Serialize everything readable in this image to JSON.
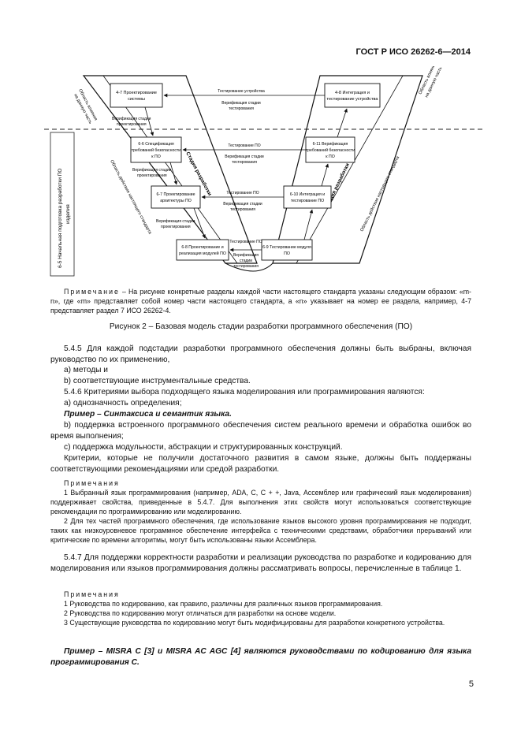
{
  "header": {
    "standard": "ГОСТ Р ИСО 26262-6—2014"
  },
  "figure": {
    "side_label_line1": "6-5 Начальная подготовка разработки ПО",
    "side_label_line2": "изделия",
    "boxes": [
      {
        "line1": "4-7 Проектирование",
        "line2": "системы"
      },
      {
        "line1": "6-6 Спецификация",
        "line2": "требований безопасности",
        "line3": "к ПО"
      },
      {
        "line1": "6-7 Проектирование",
        "line2": "архитектуры ПО"
      },
      {
        "line1": "6-8 Проектирование и",
        "line2": "реализация модулей ПО"
      },
      {
        "line1": "6-9 Тестирование модуля",
        "line2": "ПО"
      },
      {
        "line1": "6-10 Интеграция и",
        "line2": "тестирование ПО"
      },
      {
        "line1": "6-11 Верификация",
        "line2": "требований безопасности",
        "line3": "к ПО"
      },
      {
        "line1": "4-8 Интеграция и",
        "line2": "тестирование устройства"
      }
    ],
    "h_labels": [
      {
        "top": "Тестирование устройства",
        "bottom1": "Верификация стадии",
        "bottom2": "тестирования"
      },
      {
        "top": "Тестирование ПО",
        "bottom1": "Верификация стадии",
        "bottom2": "тестирования"
      },
      {
        "top": "Тестирование ПО",
        "bottom1": "Верификация стадии",
        "bottom2": "тестирования"
      },
      {
        "top": "Тестирование ПО",
        "bottom1": "Верификация",
        "bottom2": "стадии",
        "bottom3": "тестирования"
      }
    ],
    "verif_labels": [
      {
        "line1": "Верификация стадии",
        "line2": "проектирования"
      },
      {
        "line1": "Верификация стадии",
        "line2": "проектирования"
      },
      {
        "line1": "Верификация стадии",
        "line2": "проектирования"
      }
    ],
    "diag_left_outer_top": "Область влияния",
    "diag_left_outer_top2": "на данную часть",
    "diag_left_outer_bottom": "Область действия настоящего стандарта",
    "diag_left_inner": "Стадия разработки",
    "diag_right_outer_top": "Область влияния",
    "diag_right_outer_top2": "на данную часть",
    "diag_right_outer_bottom": "Область действия настоящего стандарта",
    "diag_right_inner": "Стадия разработки"
  },
  "note1": {
    "label": "Примечание",
    "text": " – На рисунке конкретные разделы каждой части настоящего стандарта указаны следующим образом: «m-n», где «m» представляет собой номер части настоящего стандарта, а «n» указывает на номер ее раздела, например, 4-7 представляет раздел 7 ИСО 26262-4."
  },
  "caption": "Рисунок 2 – Базовая модель стадии разработки программного обеспечения (ПО)",
  "p545": "5.4.5 Для каждой подстадии разработки программного обеспечения должны быть выбраны, включая руководство по их применению,",
  "p545a": "a) методы и",
  "p545b": "b) соответствующие инструментальные средства.",
  "p546": "5.4.6 Критериями выбора подходящего языка моделирования или программирования являются:",
  "p546a": "a) однозначность определения;",
  "example1": "Пример –   Синтаксиса и семантик языка.",
  "p546b": "b) поддержка встроенного программного обеспечения систем реального времени и обработка ошибок во время выполнения;",
  "p546c": "c) поддержка модульности, абстракции и структурированных конструкций.",
  "p546d": "Критерии, которые не получили достаточного развития в самом языке, должны быть поддержаны соответствующими рекомендациями или средой разработки.",
  "notes2": {
    "label": "Примечания",
    "n1": "1 Выбранный язык программирования (например, ADA, C, C + +, Java, Ассемблер или графический язык моделирования) поддерживает свойства, приведенные в 5.4.7. Для выполнения этих свойств могут использоваться соответствующие рекомендации по программированию или моделированию.",
    "n2": "2 Для тех частей программного обеспечения, где использование языков высокого уровня программирования не подходит, таких как низкоуровневое программное обеспечение интерфейса с техническими средствами, обработчики прерываний или критические по времени алгоритмы, могут быть использованы языки Ассемблера."
  },
  "p547": "5.4.7 Для поддержки корректности разработки и реализации руководства по разработке и кодированию для моделирования или языков программирования должны рассматривать вопросы, перечисленные в таблице 1.",
  "notes3": {
    "label": "Примечания",
    "n1": "1 Руководства по кодированию, как правило, различны для различных языков программирования.",
    "n2": "2 Руководства по кодированию могут отличаться для разработки на основе модели.",
    "n3": "3 Существующие руководства по кодированию могут быть модифицированы для разработки конкретного устройства."
  },
  "example2": "Пример –   MISRA C [3] и MISRA AC AGC [4] являются руководствами по кодированию для языка программирования C.",
  "page_number": "5"
}
